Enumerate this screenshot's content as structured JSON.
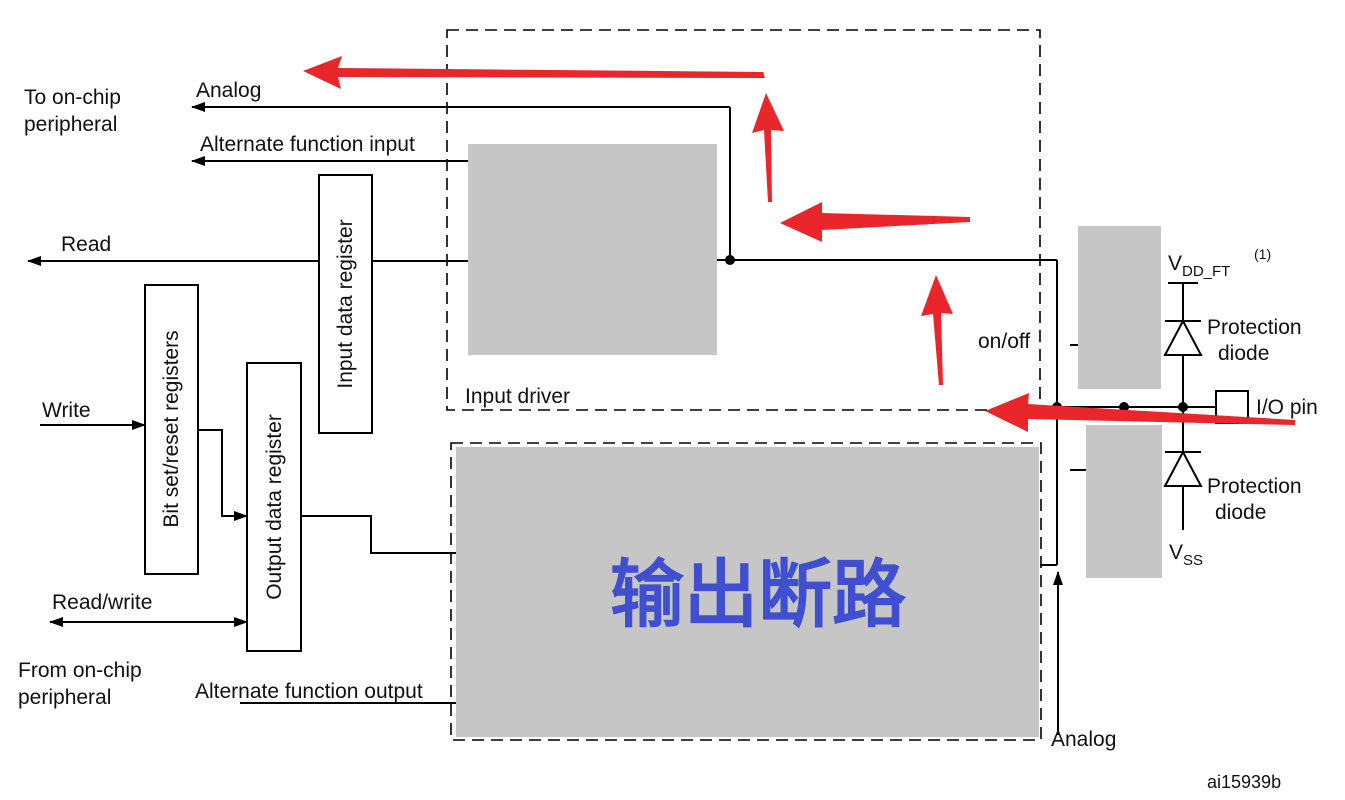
{
  "labels": {
    "to_onchip_line1": "To on-chip",
    "to_onchip_line2": "peripheral",
    "analog_top": "Analog",
    "alt_func_input": "Alternate function input",
    "read": "Read",
    "write": "Write",
    "read_write": "Read/write",
    "from_onchip_line1": "From on-chip",
    "from_onchip_line2": "peripheral",
    "alt_func_output": "Alternate function output",
    "input_driver": "Input driver",
    "on_off": "on/off",
    "vdd_main": "V",
    "vdd_sub": "DD_FT",
    "vdd_note": "(1)",
    "protection_top_1": "Protection",
    "protection_top_2": "diode",
    "io_pin": "I/O pin",
    "protection_bottom_1": "Protection",
    "protection_bottom_2": "diode",
    "vss_main": "V",
    "vss_sub": "SS",
    "analog_bottom": "Analog",
    "figure_id": "ai15939b"
  },
  "registers": {
    "input_data": "Input data register",
    "bit_set_reset": "Bit set/reset registers",
    "output_data": "Output data register"
  },
  "overlay": {
    "output_block_text": "输出断路",
    "text_color": "#3f4fd0",
    "arrow_color": "#e8262b",
    "mask_color": "#c6c6c6"
  }
}
